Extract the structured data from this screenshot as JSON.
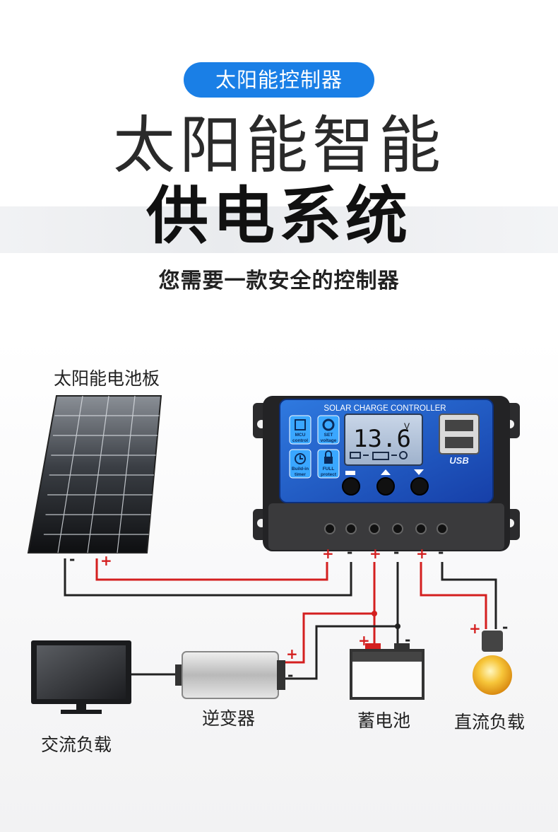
{
  "header": {
    "badge": "太阳能控制器",
    "title_line1": "太阳能智能",
    "title_line2": "供电系统",
    "subtitle": "您需要一款安全的控制器"
  },
  "controller": {
    "brand_text": "SOLAR CHARGE CONTROLLER",
    "display_value": "13.6",
    "display_unit": "V",
    "usb_label": "USB",
    "features": [
      {
        "line1": "MCU",
        "line2": "control"
      },
      {
        "line1": "SET",
        "line2": "voltage"
      },
      {
        "line1": "Build-in",
        "line2": "timer"
      },
      {
        "line1": "FULL",
        "line2": "protect"
      }
    ]
  },
  "labels": {
    "solar_panel": "太阳能电池板",
    "inverter": "逆变器",
    "battery": "蓄电池",
    "dc_load": "直流负载",
    "ac_load": "交流负载"
  },
  "polarity": {
    "plus": "+",
    "minus": "-"
  },
  "colors": {
    "accent": "#1a7fe6",
    "wire_positive": "#d41f1f",
    "wire_negative": "#222222",
    "controller_blue": "#1e56c8"
  }
}
